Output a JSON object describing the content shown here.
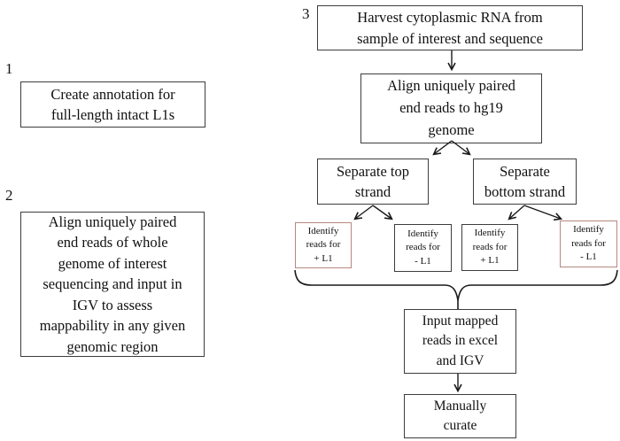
{
  "page": {
    "background": "#ffffff",
    "description": "Three-step L1 RNA-seq analysis workflow diagram"
  },
  "colors": {
    "box_border": "#3d3d3d",
    "accent_box_border": "#b5897f",
    "line": "#1a1a1a",
    "text": "#111111"
  },
  "left_panel": {
    "step1": {
      "number": "1",
      "text": "Create annotation for\nfull-length intact L1s"
    },
    "step2": {
      "number": "2",
      "text": "Align uniquely paired\nend reads of whole\ngenome of interest\nsequencing and input in\nIGV to assess\nmappability in any given\ngenomic region"
    }
  },
  "flowchart": {
    "step3_number": "3",
    "nodes": {
      "harvest": "Harvest cytoplasmic RNA from\nsample of interest and sequence",
      "align": "Align uniquely paired\nend reads to hg19\ngenome",
      "separate_top": "Separate top\nstrand",
      "separate_bottom": "Separate\nbottom strand",
      "identify_top_plus": "Identify\nreads for\n+ L1",
      "identify_top_minus": "Identify\nreads for\n- L1",
      "identify_bottom_plus": "Identify\nreads for\n+ L1",
      "identify_bottom_minus": "Identify\nreads for\n- L1",
      "input_mapped": "Input mapped\nreads in excel\nand IGV",
      "curate": "Manually\ncurate"
    }
  }
}
